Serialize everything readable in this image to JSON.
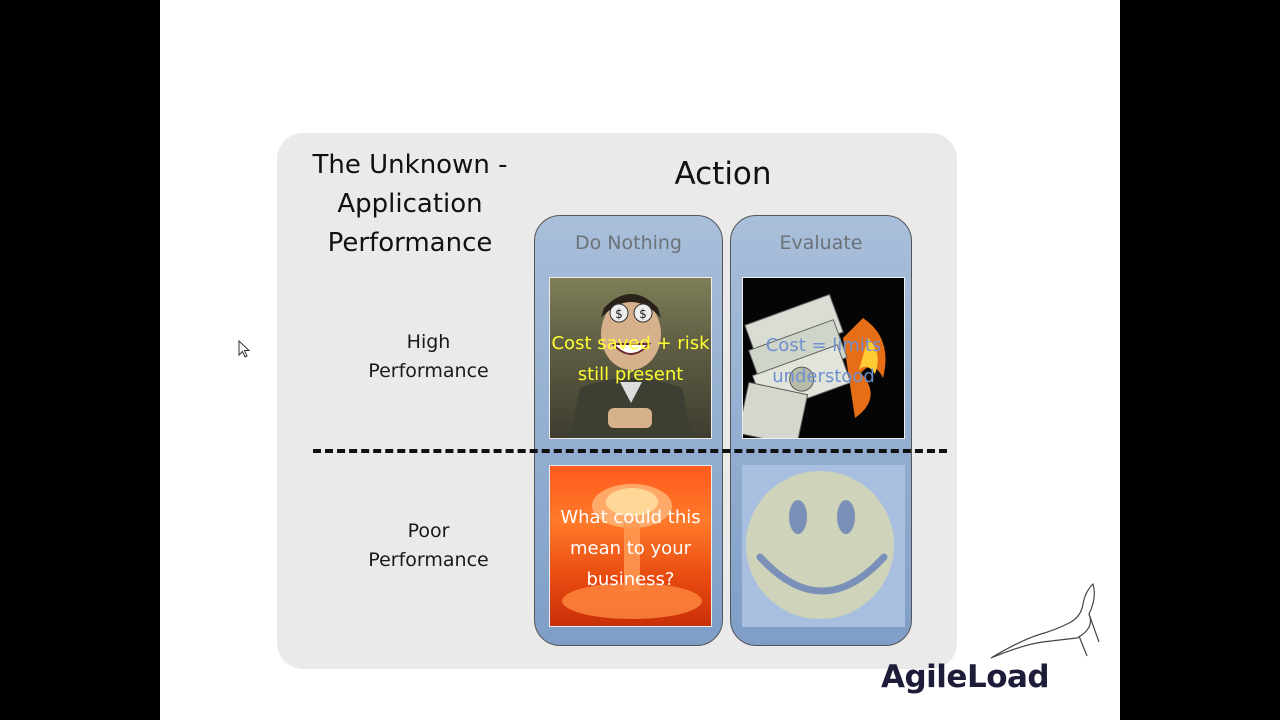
{
  "slide": {
    "title": "The Unknown -\nApplication\nPerformance",
    "action_header": "Action",
    "columns": [
      {
        "label": "Do Nothing"
      },
      {
        "label": "Evaluate"
      }
    ],
    "rows": [
      {
        "label": "High\nPerformance"
      },
      {
        "label": "Poor\nPerformance"
      }
    ],
    "cells": {
      "do_nothing_high": "Cost saved + risk still present",
      "evaluate_high": "Cost = limits understood",
      "do_nothing_poor": "What could this mean to your business?"
    }
  },
  "brand": {
    "logo": "AgileLoad",
    "colors": {
      "panel": "#eaeaea",
      "column": "#8fabd0",
      "yellow_text": "#ffff33",
      "blue_text": "#6f8fd0"
    }
  }
}
